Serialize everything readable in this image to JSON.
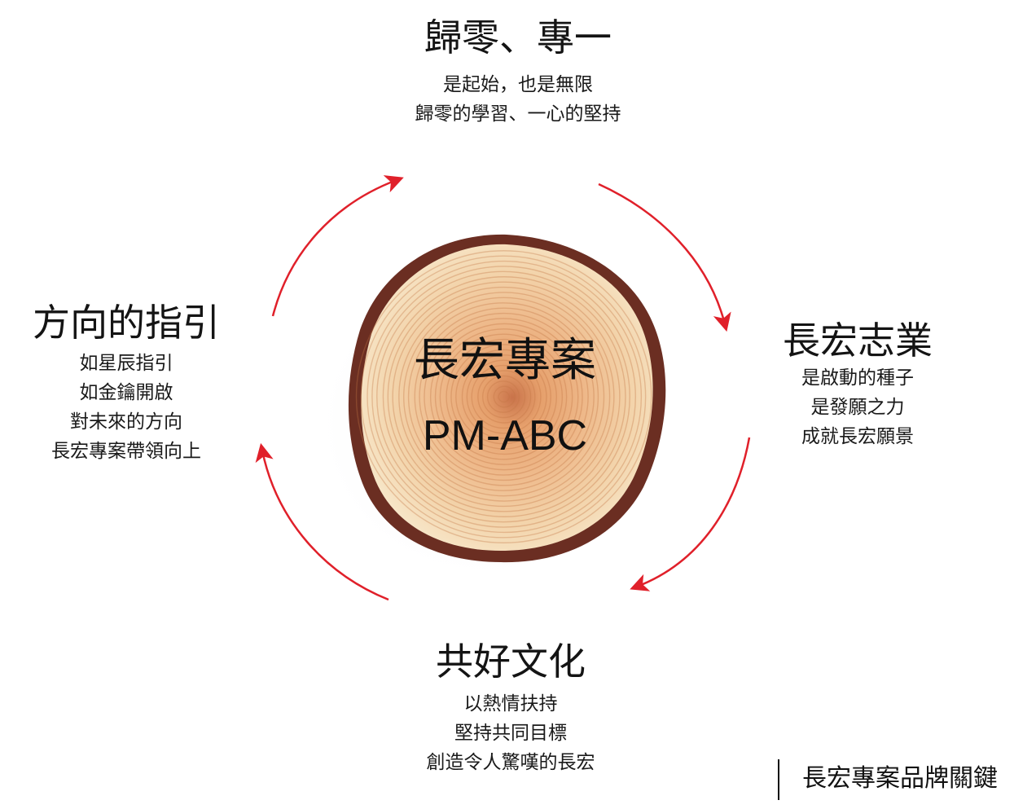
{
  "colors": {
    "arrow": "#e0202a",
    "bark": "#6b2e22",
    "wood_light": "#f6e2c0",
    "wood_mid": "#e8a877",
    "wood_core": "#c9734a",
    "text": "#141414"
  },
  "center": {
    "title": "長宏專案",
    "subtitle": "PM-ABC"
  },
  "top": {
    "heading": "歸零、專一",
    "lines": [
      "是起始，也是無限",
      "歸零的學習、一心的堅持"
    ]
  },
  "right": {
    "heading": "長宏志業",
    "lines": [
      "是啟動的種子",
      "是發願之力",
      "成就長宏願景"
    ]
  },
  "bottom": {
    "heading": "共好文化",
    "lines": [
      "以熱情扶持",
      "堅持共同目標",
      "創造令人驚嘆的長宏"
    ]
  },
  "left": {
    "heading": "方向的指引",
    "lines": [
      "如星辰指引",
      "如金鑰開啟",
      "對未來的方向",
      "長宏專案帶領向上"
    ]
  },
  "footer": {
    "label": "長宏專案品牌關鍵"
  },
  "arrows": [
    "clockwise-arrow-top-right",
    "clockwise-arrow-bottom-right",
    "clockwise-arrow-bottom-left",
    "clockwise-arrow-top-left"
  ]
}
